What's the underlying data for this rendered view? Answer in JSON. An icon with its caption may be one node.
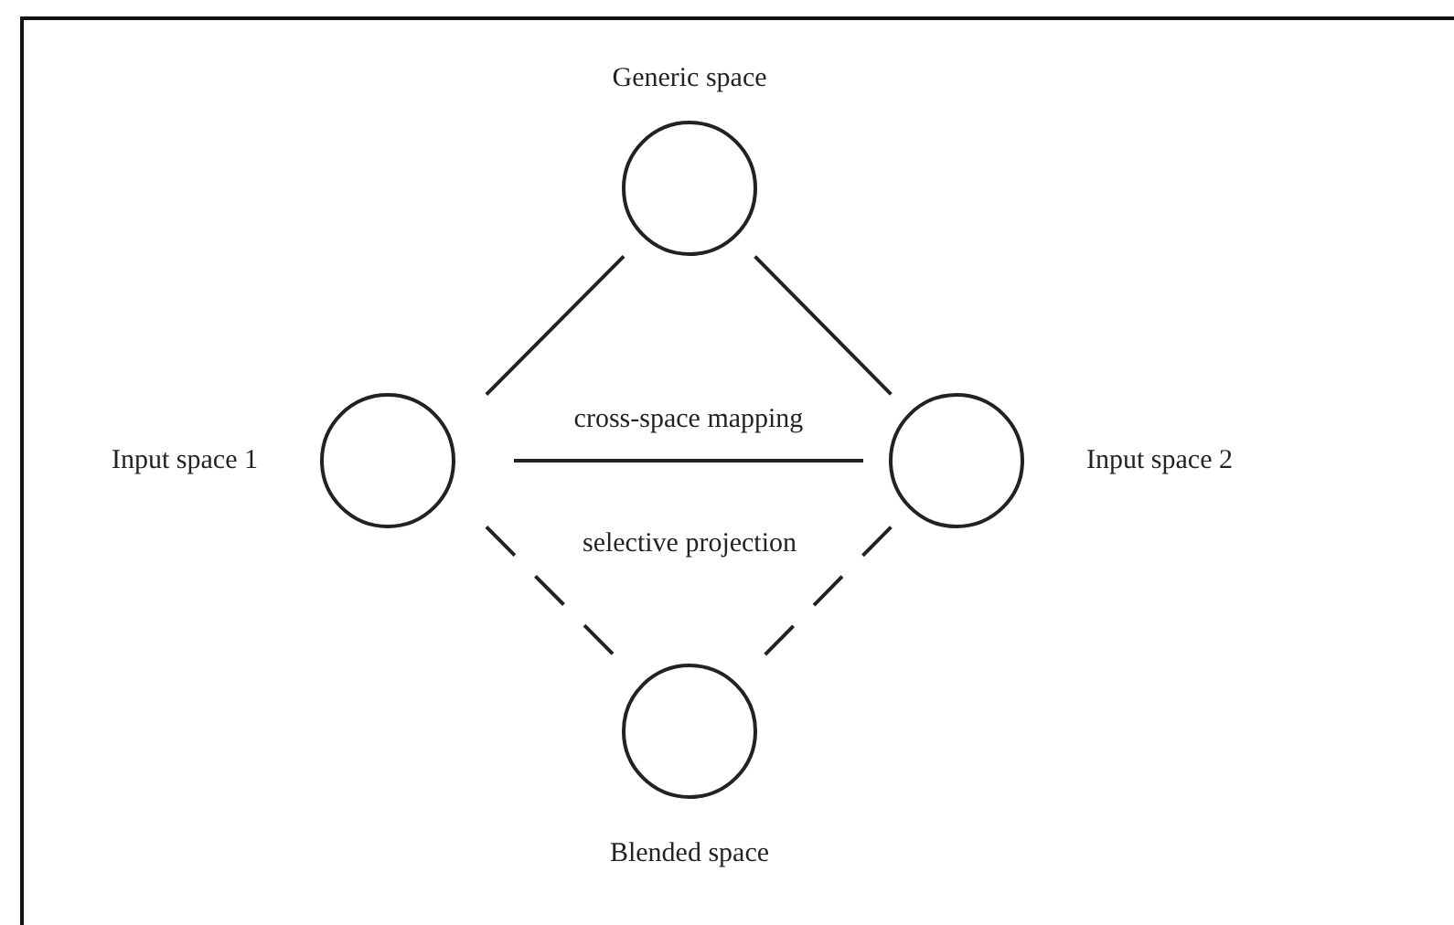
{
  "diagram": {
    "nodes": [
      {
        "text": [
          "Generic space"
        ]
      },
      {
        "text": [
          "Input space 1"
        ]
      },
      {
        "text": [
          "Input space 2"
        ]
      },
      {
        "text": [
          "Blended space"
        ]
      }
    ],
    "edges": [
      {
        "from": 0,
        "to": 1,
        "arrow": "none"
      },
      {
        "from": 0,
        "to": 2,
        "arrow": "none"
      },
      {
        "from": 1,
        "to": 2,
        "arrow": "none",
        "label": "cross-space mapping"
      },
      {
        "from": 1,
        "to": 3,
        "arrow": "none",
        "style": "dashed"
      },
      {
        "from": 2,
        "to": 3,
        "arrow": "none",
        "style": "dashed"
      }
    ],
    "labels": [
      "selective projection"
    ]
  }
}
